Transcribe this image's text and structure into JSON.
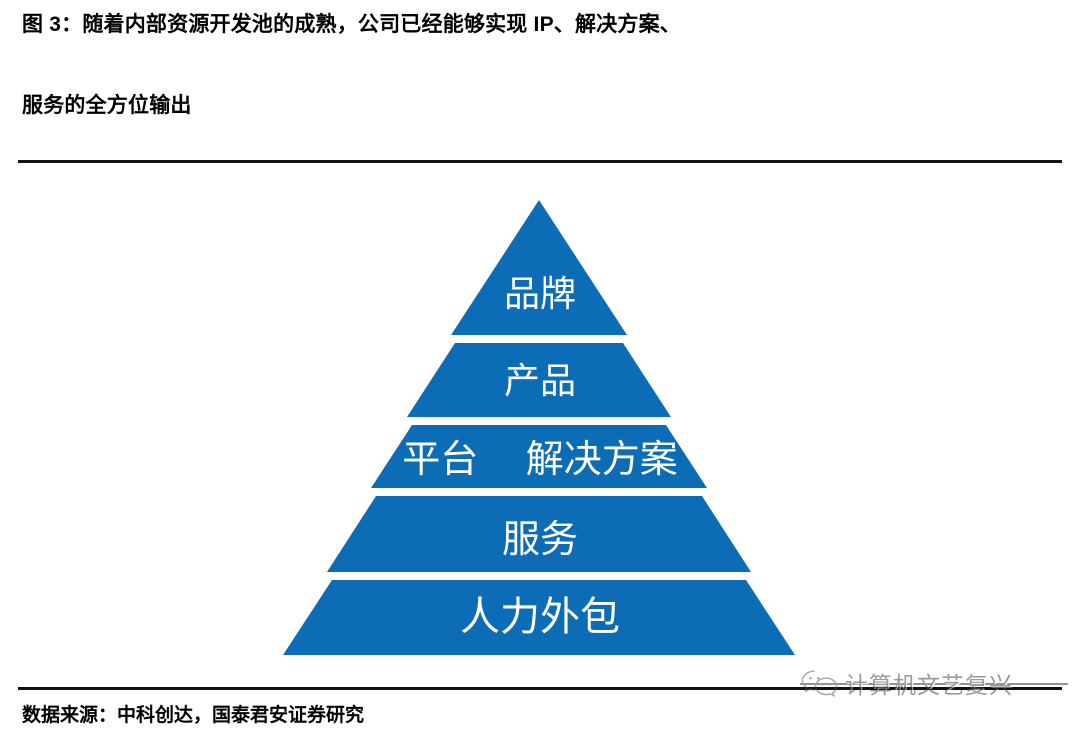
{
  "figure": {
    "title_line_1": "图 3：随着内部资源开发池的成熟，公司已经能够实现 IP、解决方案、",
    "title_line_2": "服务的全方位输出",
    "source_note": "数据来源：中科创达，国泰君安证券研究"
  },
  "watermark": {
    "icon": "wechat-logo-icon",
    "text": "计算机文艺复兴"
  },
  "colors": {
    "pyramid_fill": "#0c6cb6",
    "divider": "#ffffff",
    "rule": "#111111",
    "label_text": "#ffffff",
    "title_text": "#000000"
  },
  "chart_data": {
    "type": "pyramid",
    "title": "图 3：随着内部资源开发池的成熟，公司已经能够实现 IP、解决方案、服务的全方位输出",
    "orientation": "apex-up",
    "level_count": 5,
    "levels": [
      {
        "rank": 1,
        "label": "品牌",
        "tier": "top"
      },
      {
        "rank": 2,
        "label": "产品",
        "tier": "upper-middle"
      },
      {
        "rank": 3,
        "label": "平台　 解决方案",
        "tier": "middle"
      },
      {
        "rank": 4,
        "label": "服务",
        "tier": "lower-middle"
      },
      {
        "rank": 5,
        "label": "人力外包",
        "tier": "base"
      }
    ],
    "legend": [],
    "xlabel": "",
    "ylabel": ""
  }
}
